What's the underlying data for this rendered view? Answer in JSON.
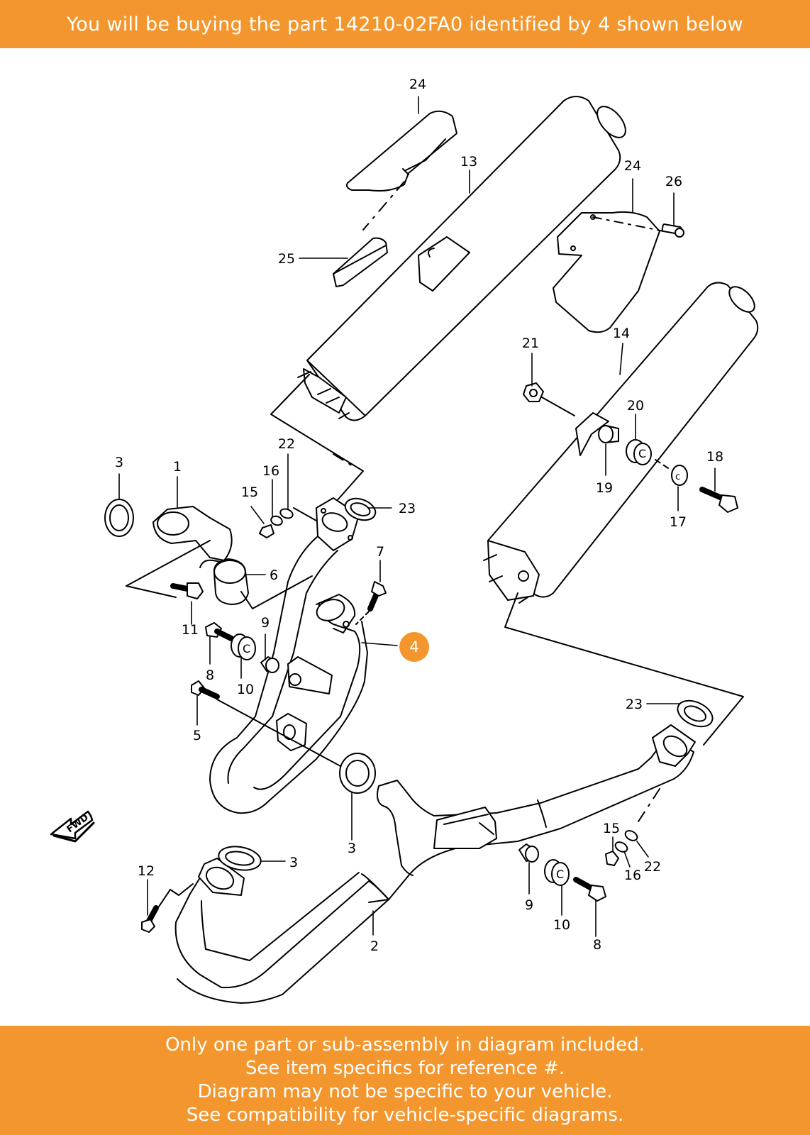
{
  "banner_top": {
    "text": "You will be buying the part 14210-02FA0 identified by 4 shown below",
    "color": "#f4962e"
  },
  "banner_bottom": {
    "lines": [
      "Only one part or sub-assembly in diagram included.",
      "See item specifics for reference #.",
      "Diagram may not be specific to your vehicle.",
      "See compatibility for vehicle-specific diagrams."
    ]
  },
  "diagram": {
    "highlight_ref": "4",
    "highlight_color": "#f4962e",
    "fwd_label": "FWD",
    "callouts": {
      "c1": "1",
      "c2": "2",
      "c3a": "3",
      "c3b": "3",
      "c3c": "3",
      "c4": "4",
      "c5": "5",
      "c6": "6",
      "c7": "7",
      "c8a": "8",
      "c8b": "8",
      "c9a": "9",
      "c9b": "9",
      "c10a": "10",
      "c10b": "10",
      "c11": "11",
      "c12": "12",
      "c13": "13",
      "c14": "14",
      "c15a": "15",
      "c15b": "15",
      "c16a": "16",
      "c16b": "16",
      "c17": "17",
      "c18": "18",
      "c19": "19",
      "c20": "20",
      "c21": "21",
      "c22a": "22",
      "c22b": "22",
      "c23a": "23",
      "c23b": "23",
      "c24a": "24",
      "c24b": "24",
      "c25": "25",
      "c26": "26"
    }
  }
}
